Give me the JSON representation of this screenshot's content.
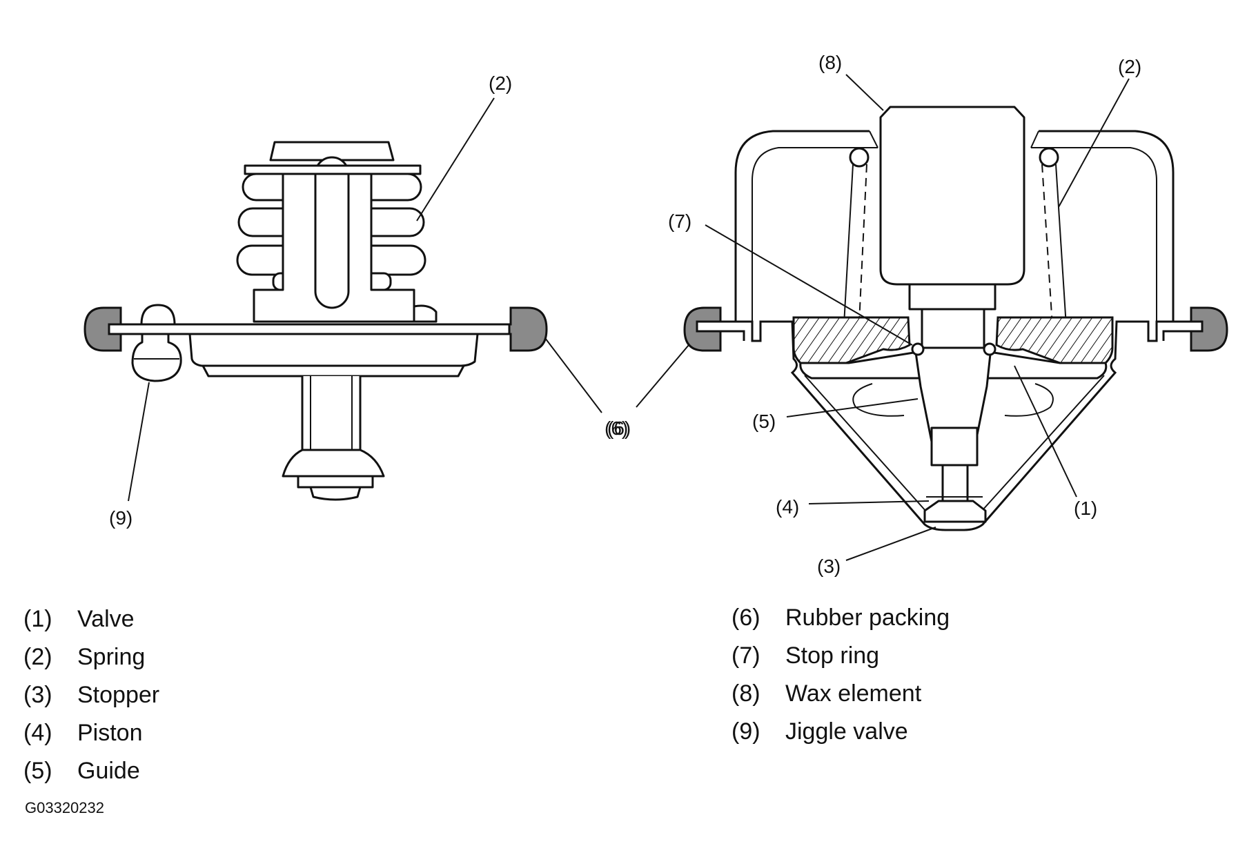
{
  "callouts": {
    "left_2": "(2)",
    "left_6": "(6)",
    "left_9": "(9)",
    "right_8": "(8)",
    "right_2": "(2)",
    "right_7": "(7)",
    "right_6": "(6)",
    "right_5": "(5)",
    "right_4": "(4)",
    "right_1": "(1)",
    "right_3": "(3)"
  },
  "legend_left": [
    {
      "num": "(1)",
      "label": "Valve"
    },
    {
      "num": "(2)",
      "label": "Spring"
    },
    {
      "num": "(3)",
      "label": "Stopper"
    },
    {
      "num": "(4)",
      "label": "Piston"
    },
    {
      "num": "(5)",
      "label": "Guide"
    }
  ],
  "legend_right": [
    {
      "num": "(6)",
      "label": "Rubber packing"
    },
    {
      "num": "(7)",
      "label": "Stop ring"
    },
    {
      "num": "(8)",
      "label": "Wax element"
    },
    {
      "num": "(9)",
      "label": "Jiggle valve"
    }
  ],
  "figure_code": "G03320232",
  "colors": {
    "ink": "#111111",
    "packing": "#8a8a8a",
    "background": "#ffffff"
  }
}
